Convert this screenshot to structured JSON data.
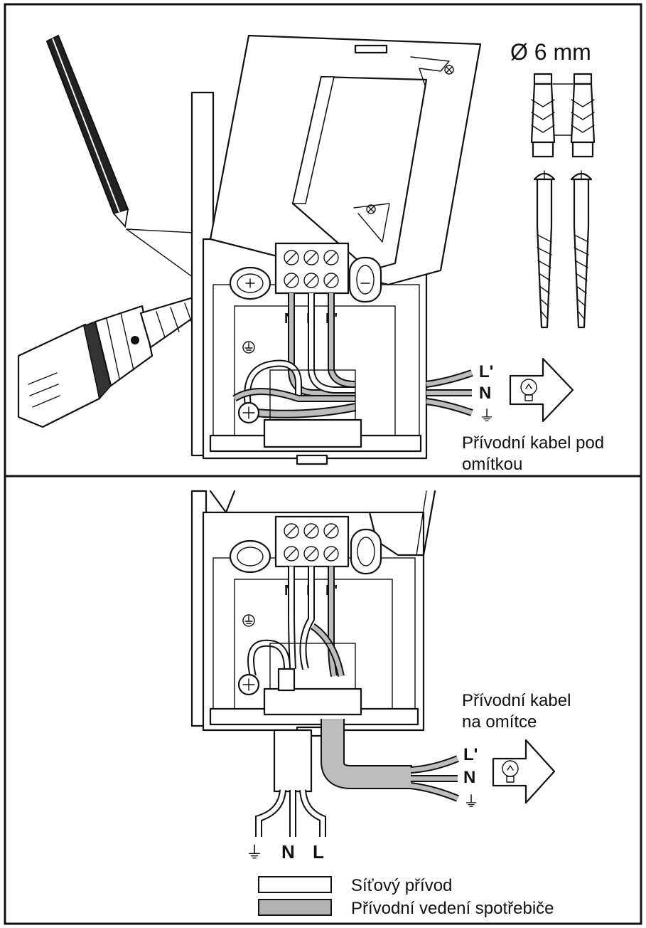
{
  "top_panel": {
    "drill_diameter": "Ø 6 mm",
    "terminal_labels": [
      "N",
      "L",
      "L'"
    ],
    "cable_labels": [
      "L'",
      "N",
      "⏚"
    ],
    "caption_line1": "Přívodní kabel pod",
    "caption_line2": "omítkou"
  },
  "bottom_panel": {
    "terminal_labels": [
      "N",
      "L",
      "L'"
    ],
    "cable_labels": [
      "L'",
      "N",
      "⏚"
    ],
    "caption_line1": "Přívodní kabel",
    "caption_line2": "na omítce",
    "mains_labels": [
      "⏚",
      "N",
      "L"
    ]
  },
  "legend": {
    "items": [
      {
        "label": "Síťový přívod",
        "color": "#ffffff"
      },
      {
        "label": "Přívodní vedení spotřebiče",
        "color": "#b3b3b3"
      }
    ]
  }
}
